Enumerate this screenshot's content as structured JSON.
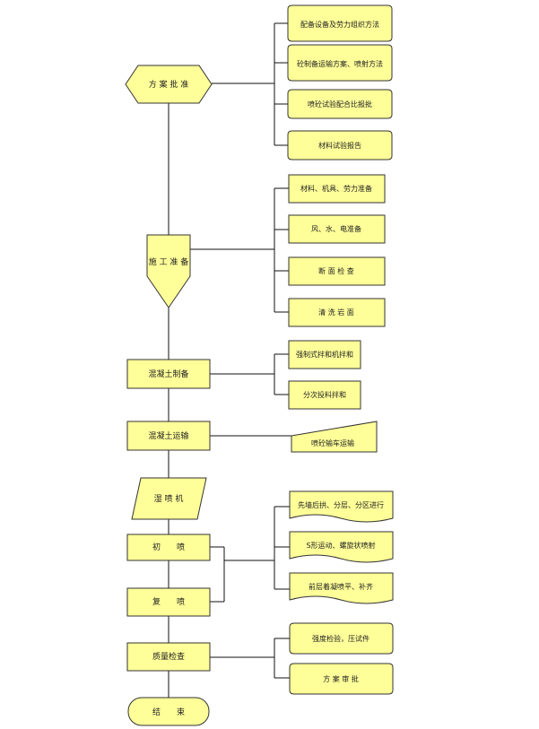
{
  "main_flow": {
    "plan_approval": "方 案 批 准",
    "construction_prep": "施 工 准 备",
    "concrete_mixing": "混凝土制备",
    "concrete_transport": "混凝土运输",
    "sprayer": "湿 喷 机",
    "initial_spray": "初　　喷",
    "re_spray": "复　　喷",
    "quality_check": "质量检查",
    "end": "结　　束"
  },
  "plan_side": [
    "配备设备及劳力组织方法",
    "砼制备运输方案、喷射方法",
    "喷砼试验配合比报批",
    "材料试验报告"
  ],
  "prep_side": [
    "材料、机具、劳力准备",
    "风、水、电准备",
    "断 面 检 查",
    "清 洗 岩 面"
  ],
  "mixing_side": [
    "强制式拌和机拌和",
    "分次投料拌和"
  ],
  "transport_side": "喷砼输车运输",
  "spray_side": [
    "先墙后拱、分层、分区进行",
    "S形运动、螺旋状喷射",
    "前层着凝喷平、补齐"
  ],
  "quality_side": [
    "强度检验，压试件",
    "方 案 审 批"
  ]
}
